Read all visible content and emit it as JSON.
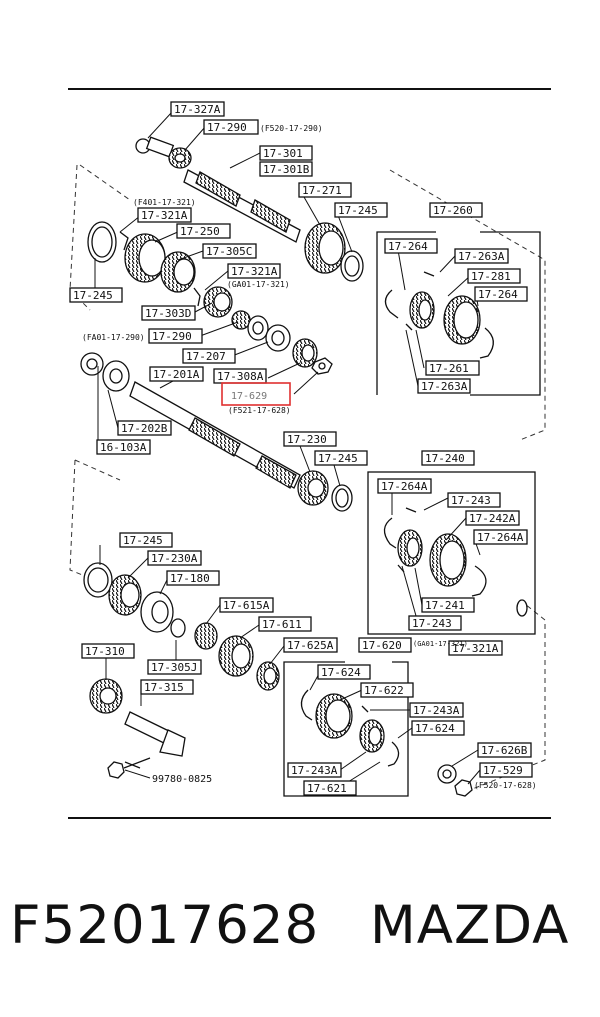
{
  "caption": {
    "part_number": "F52017628",
    "brand": "MAZDA"
  },
  "highlight_color": "#e03030",
  "labels": {
    "l327a": "17-327A",
    "l290a": "17-290",
    "n290a": "(F520-17-290)",
    "l301": "17-301",
    "l301b": "17-301B",
    "l271": "17-271",
    "l245a": "17-245",
    "l260": "17-260",
    "n321": "(F401-17-321)",
    "l321a": "17-321A",
    "l250": "17-250",
    "l305c": "17-305C",
    "l321a2": "17-321A",
    "n321b": "(GA01-17-321)",
    "l245b": "17-245",
    "l303d": "17-303D",
    "n290b": "(FA01-17-290)",
    "l290b": "17-290",
    "l207": "17-207",
    "l264": "17-264",
    "l263a": "17-263A",
    "l281": "17-281",
    "l264b": "17-264",
    "l261": "17-261",
    "l263a2": "17-263A",
    "l201a": "17-201A",
    "l308a": "17-308A",
    "l629": "17-629",
    "n628": "(F521-17-628)",
    "l202b": "17-202B",
    "l103a": "16-103A",
    "l230": "17-230",
    "l245c": "17-245",
    "l240": "17-240",
    "l264a": "17-264A",
    "l243": "17-243",
    "l242a": "17-242A",
    "l264a2": "17-264A",
    "l241": "17-241",
    "l243b": "17-243",
    "l245d": "17-245",
    "l230a": "17-230A",
    "l180": "17-180",
    "l615a": "17-615A",
    "l611": "17-611",
    "l625a": "17-625A",
    "l620": "17-620",
    "n321c": "(GA01-17-321)",
    "l321a3": "17-321A",
    "l310": "17-310",
    "l305j": "17-305J",
    "l315": "17-315",
    "l624": "17-624",
    "l622": "17-622",
    "l243a": "17-243A",
    "l624b": "17-624",
    "l243a2": "17-243A",
    "l621": "17-621",
    "l626b": "17-626B",
    "l529": "17-529",
    "n628b": "(F520-17-628)",
    "bolt": "99780-0825"
  }
}
